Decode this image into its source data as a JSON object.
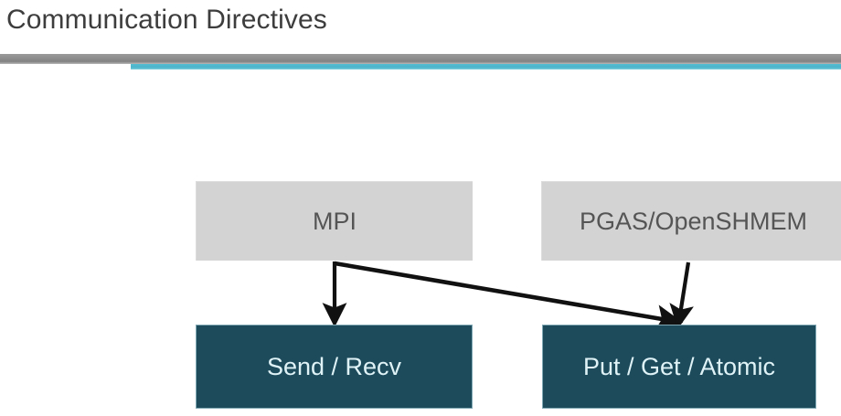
{
  "slide": {
    "title": "Communication Directives",
    "title_color": "#3d3d3d",
    "background": "#ffffff",
    "rule": {
      "gray_color": "#8d8d8d",
      "cyan_color": "#4cb4cb"
    }
  },
  "diagram": {
    "type": "flow",
    "top_row": [
      {
        "id": "mpi",
        "label": "MPI",
        "fill": "#d3d3d3",
        "text_color": "#555555"
      },
      {
        "id": "pgas",
        "label": "PGAS/OpenSHMEM",
        "fill": "#d3d3d3",
        "text_color": "#555555"
      }
    ],
    "bottom_row": [
      {
        "id": "send-recv",
        "label": "Send / Recv",
        "fill": "#1d4b5c",
        "text_color": "#dff3f7"
      },
      {
        "id": "put-get",
        "label": "Put / Get / Atomic",
        "fill": "#1d4b5c",
        "text_color": "#dff3f7"
      }
    ],
    "arrows": [
      {
        "id": "mpi-to-send-recv",
        "from": "mpi",
        "to": "send-recv",
        "color": "#111111"
      },
      {
        "id": "mpi-to-put-get",
        "from": "mpi",
        "to": "put-get",
        "color": "#111111"
      },
      {
        "id": "pgas-to-put-get",
        "from": "pgas",
        "to": "put-get",
        "color": "#111111"
      }
    ]
  }
}
